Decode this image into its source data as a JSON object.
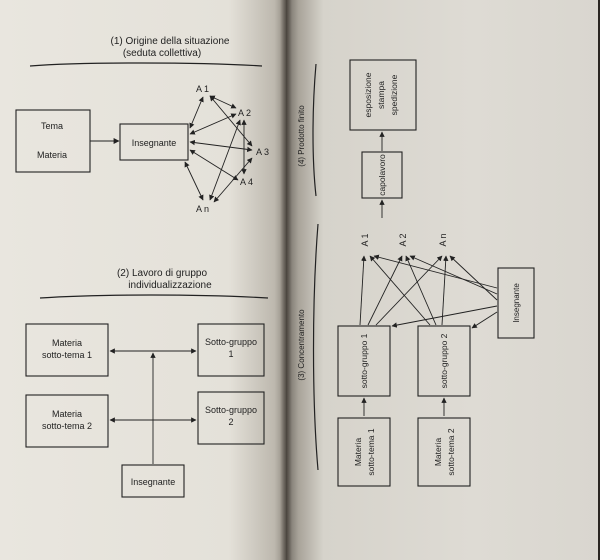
{
  "left_page": {
    "section1": {
      "title_line1": "(1) Origine della situazione",
      "title_line2": "(seduta collettiva)",
      "box_tema": "Tema",
      "box_materia": "Materia",
      "box_insegnante": "Insegnante",
      "students": [
        "A 1",
        "A 2",
        "A 3",
        "A 4",
        "A n"
      ]
    },
    "section2": {
      "title_line1": "(2) Lavoro di gruppo",
      "title_line2": "individualizzazione",
      "box_materia1_l1": "Materia",
      "box_materia1_l2": "sotto-tema 1",
      "box_materia2_l1": "Materia",
      "box_materia2_l2": "sotto-tema 2",
      "box_sotto1_l1": "Sotto-gruppo",
      "box_sotto1_l2": "1",
      "box_sotto2_l1": "Sotto-gruppo",
      "box_sotto2_l2": "2",
      "box_insegnante": "Insegnante"
    }
  },
  "right_page": {
    "section4": {
      "title": "(4) Prodotto finito",
      "box_esposizione_l1": "esposizione",
      "box_esposizione_l2": "stampa",
      "box_esposizione_l3": "spedizione",
      "box_capolavoro": "capolavoro"
    },
    "section3": {
      "title": "(3) Concentramento",
      "students": [
        "A 1",
        "A 2",
        "A n"
      ],
      "box_insegnante": "Insegnante",
      "box_sotto1": "sotto-gruppo 1",
      "box_sotto2": "sotto-gruppo 2",
      "box_materia1_l1": "Materia",
      "box_materia1_l2": "sotto-tema 1",
      "box_materia2_l1": "Materia",
      "box_materia2_l2": "sotto-tema 2"
    }
  }
}
